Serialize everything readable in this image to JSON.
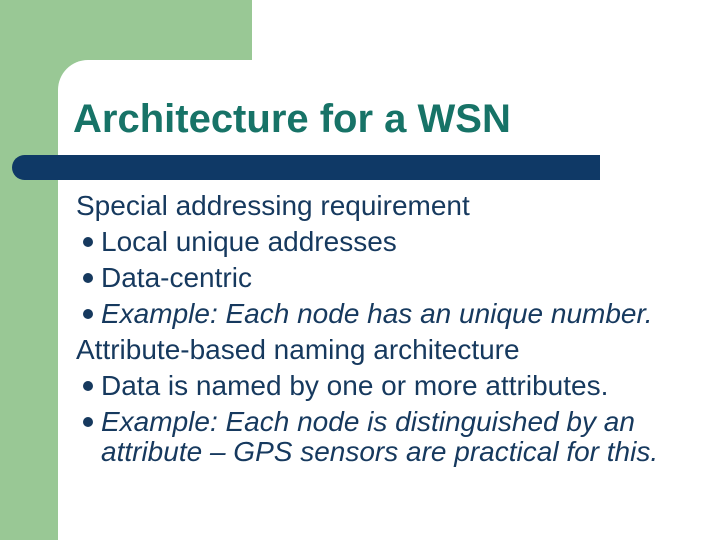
{
  "slide": {
    "title": "Architecture for a WSN",
    "body": {
      "paragraphs": [
        {
          "bullet": false,
          "italic": false,
          "text": "Special addressing requirement"
        },
        {
          "bullet": true,
          "italic": false,
          "text": "Local unique addresses"
        },
        {
          "bullet": true,
          "italic": false,
          "text": "Data-centric"
        },
        {
          "bullet": true,
          "italic": true,
          "text": "Example: Each node has an unique number."
        },
        {
          "bullet": false,
          "italic": false,
          "text": "Attribute-based naming architecture"
        },
        {
          "bullet": true,
          "italic": false,
          "text": "Data is named by one or more attributes."
        },
        {
          "bullet": true,
          "italic": true,
          "text": "Example: Each node is distinguished by an attribute – GPS sensors are practical for this."
        }
      ]
    },
    "colors": {
      "background_green": "#99C895",
      "panel_white": "#FFFFFF",
      "title_teal": "#177367",
      "accent_bar_navy": "#0F3966",
      "body_text_navy": "#16395E"
    }
  }
}
